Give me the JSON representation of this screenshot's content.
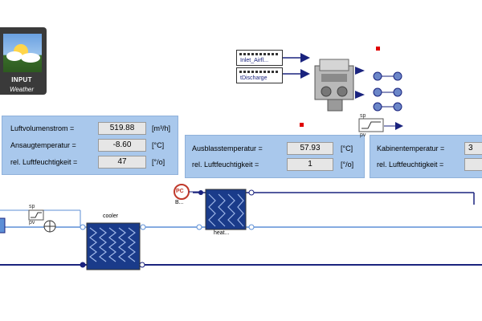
{
  "weather": {
    "input_label": "INPUT",
    "name": "Weather"
  },
  "top_inputs": {
    "input1_label": "Inlet_Airfl...",
    "input2_label": "tDischarge"
  },
  "panel_left": {
    "rows": [
      {
        "label": "Luftvolumenstrom =",
        "value": "519.88",
        "unit": "[m³/h]"
      },
      {
        "label": "Ansaugtemperatur =",
        "value": "-8.60",
        "unit": "[°C]"
      },
      {
        "label": "rel. Luftfeuchtigkeit =",
        "value": "47",
        "unit": "[°/o]"
      }
    ]
  },
  "panel_mid": {
    "rows": [
      {
        "label": "Ausblasstemperatur =",
        "value": "57.93",
        "unit": "[°C]"
      },
      {
        "label": "rel. Luftfeuchtigkeit   =",
        "value": "1",
        "unit": "[°/o]"
      }
    ]
  },
  "panel_right": {
    "rows": [
      {
        "label": "Kabinentemperatur =",
        "value": "3"
      },
      {
        "label": "rel. Luftfeuchtigkeit =",
        "value": ""
      }
    ]
  },
  "components": {
    "cooler_label": "cooler",
    "heater_label": "heat...",
    "sensor_label": "B...",
    "sp_label": "sp",
    "pv_label": "pv",
    "pump_label": "PC"
  },
  "colors": {
    "panel": "#a9c8ec",
    "line_navy": "#1a237e",
    "line_light": "#5d8fd6"
  }
}
